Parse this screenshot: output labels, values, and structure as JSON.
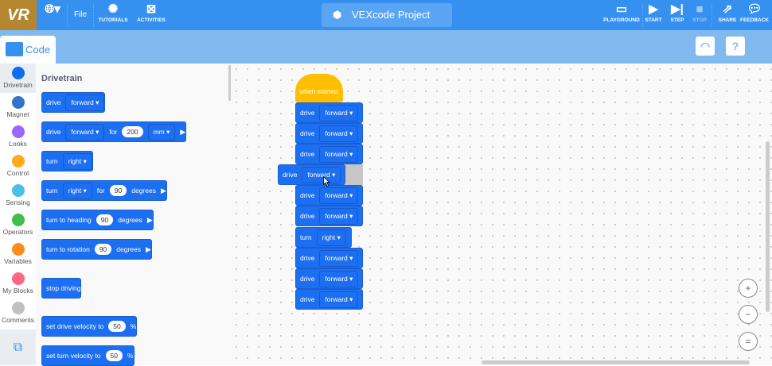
{
  "header": {
    "logo": "VR",
    "file": "File",
    "tutorials": "TUTORIALS",
    "activities": "ACTIVITIES",
    "project_name": "VEXcode Project",
    "playground": "PLAYGROUND",
    "start": "START",
    "step": "STEP",
    "stop": "STOP",
    "share": "SHARE",
    "feedback": "FEEDBACK"
  },
  "tabs": {
    "code": "Code"
  },
  "categories": [
    {
      "label": "Drivetrain",
      "color": "#0f6ef0"
    },
    {
      "label": "Magnet",
      "color": "#3373cc"
    },
    {
      "label": "Looks",
      "color": "#9966ff"
    },
    {
      "label": "Control",
      "color": "#ffab19"
    },
    {
      "label": "Sensing",
      "color": "#4cbfe6"
    },
    {
      "label": "Operators",
      "color": "#40bf4a"
    },
    {
      "label": "Variables",
      "color": "#ff8c1a"
    },
    {
      "label": "My Blocks",
      "color": "#ff6680"
    },
    {
      "label": "Comments",
      "color": "#c0c0c0"
    }
  ],
  "palette": {
    "title": "Drivetrain",
    "blocks": [
      [
        {
          "t": "drive"
        },
        {
          "d": "forward"
        }
      ],
      [
        {
          "t": "drive"
        },
        {
          "d": "forward"
        },
        {
          "t": "for"
        },
        {
          "n": "200"
        },
        {
          "d": "mm"
        },
        {
          "r": "▶"
        }
      ],
      [
        {
          "t": "turn"
        },
        {
          "d": "right"
        }
      ],
      [
        {
          "t": "turn"
        },
        {
          "d": "right"
        },
        {
          "t": "for"
        },
        {
          "n": "90"
        },
        {
          "t": "degrees"
        },
        {
          "r": "▶"
        }
      ],
      [
        {
          "t": "turn to heading"
        },
        {
          "n": "90"
        },
        {
          "t": "degrees"
        },
        {
          "r": "▶"
        }
      ],
      [
        {
          "t": "turn to rotation"
        },
        {
          "n": "90"
        },
        {
          "t": "degrees"
        },
        {
          "r": "▶"
        }
      ],
      [
        {
          "t": "stop driving"
        }
      ],
      [
        {
          "t": "set drive velocity to"
        },
        {
          "n": "50"
        },
        {
          "t": "%"
        }
      ],
      [
        {
          "t": "set turn velocity to"
        },
        {
          "n": "50"
        },
        {
          "t": "%"
        }
      ]
    ]
  },
  "script": {
    "hat": "when started",
    "blocks": [
      [
        {
          "t": "drive"
        },
        {
          "d": "forward"
        }
      ],
      [
        {
          "t": "drive"
        },
        {
          "d": "forward"
        }
      ],
      [
        {
          "t": "drive"
        },
        {
          "d": "forward"
        }
      ],
      [
        {
          "t": "drive"
        },
        {
          "d": "forward"
        }
      ],
      [
        {
          "t": "drive"
        },
        {
          "d": "forward"
        }
      ],
      [
        {
          "t": "turn"
        },
        {
          "d": "right"
        }
      ],
      [
        {
          "t": "drive"
        },
        {
          "d": "forward"
        }
      ],
      [
        {
          "t": "drive"
        },
        {
          "d": "forward"
        }
      ],
      [
        {
          "t": "drive"
        },
        {
          "d": "forward"
        }
      ]
    ],
    "dragging": [
      {
        "t": "drive"
      },
      {
        "d": "forward"
      }
    ]
  },
  "zoom_controls": [
    "+",
    "−",
    "="
  ]
}
